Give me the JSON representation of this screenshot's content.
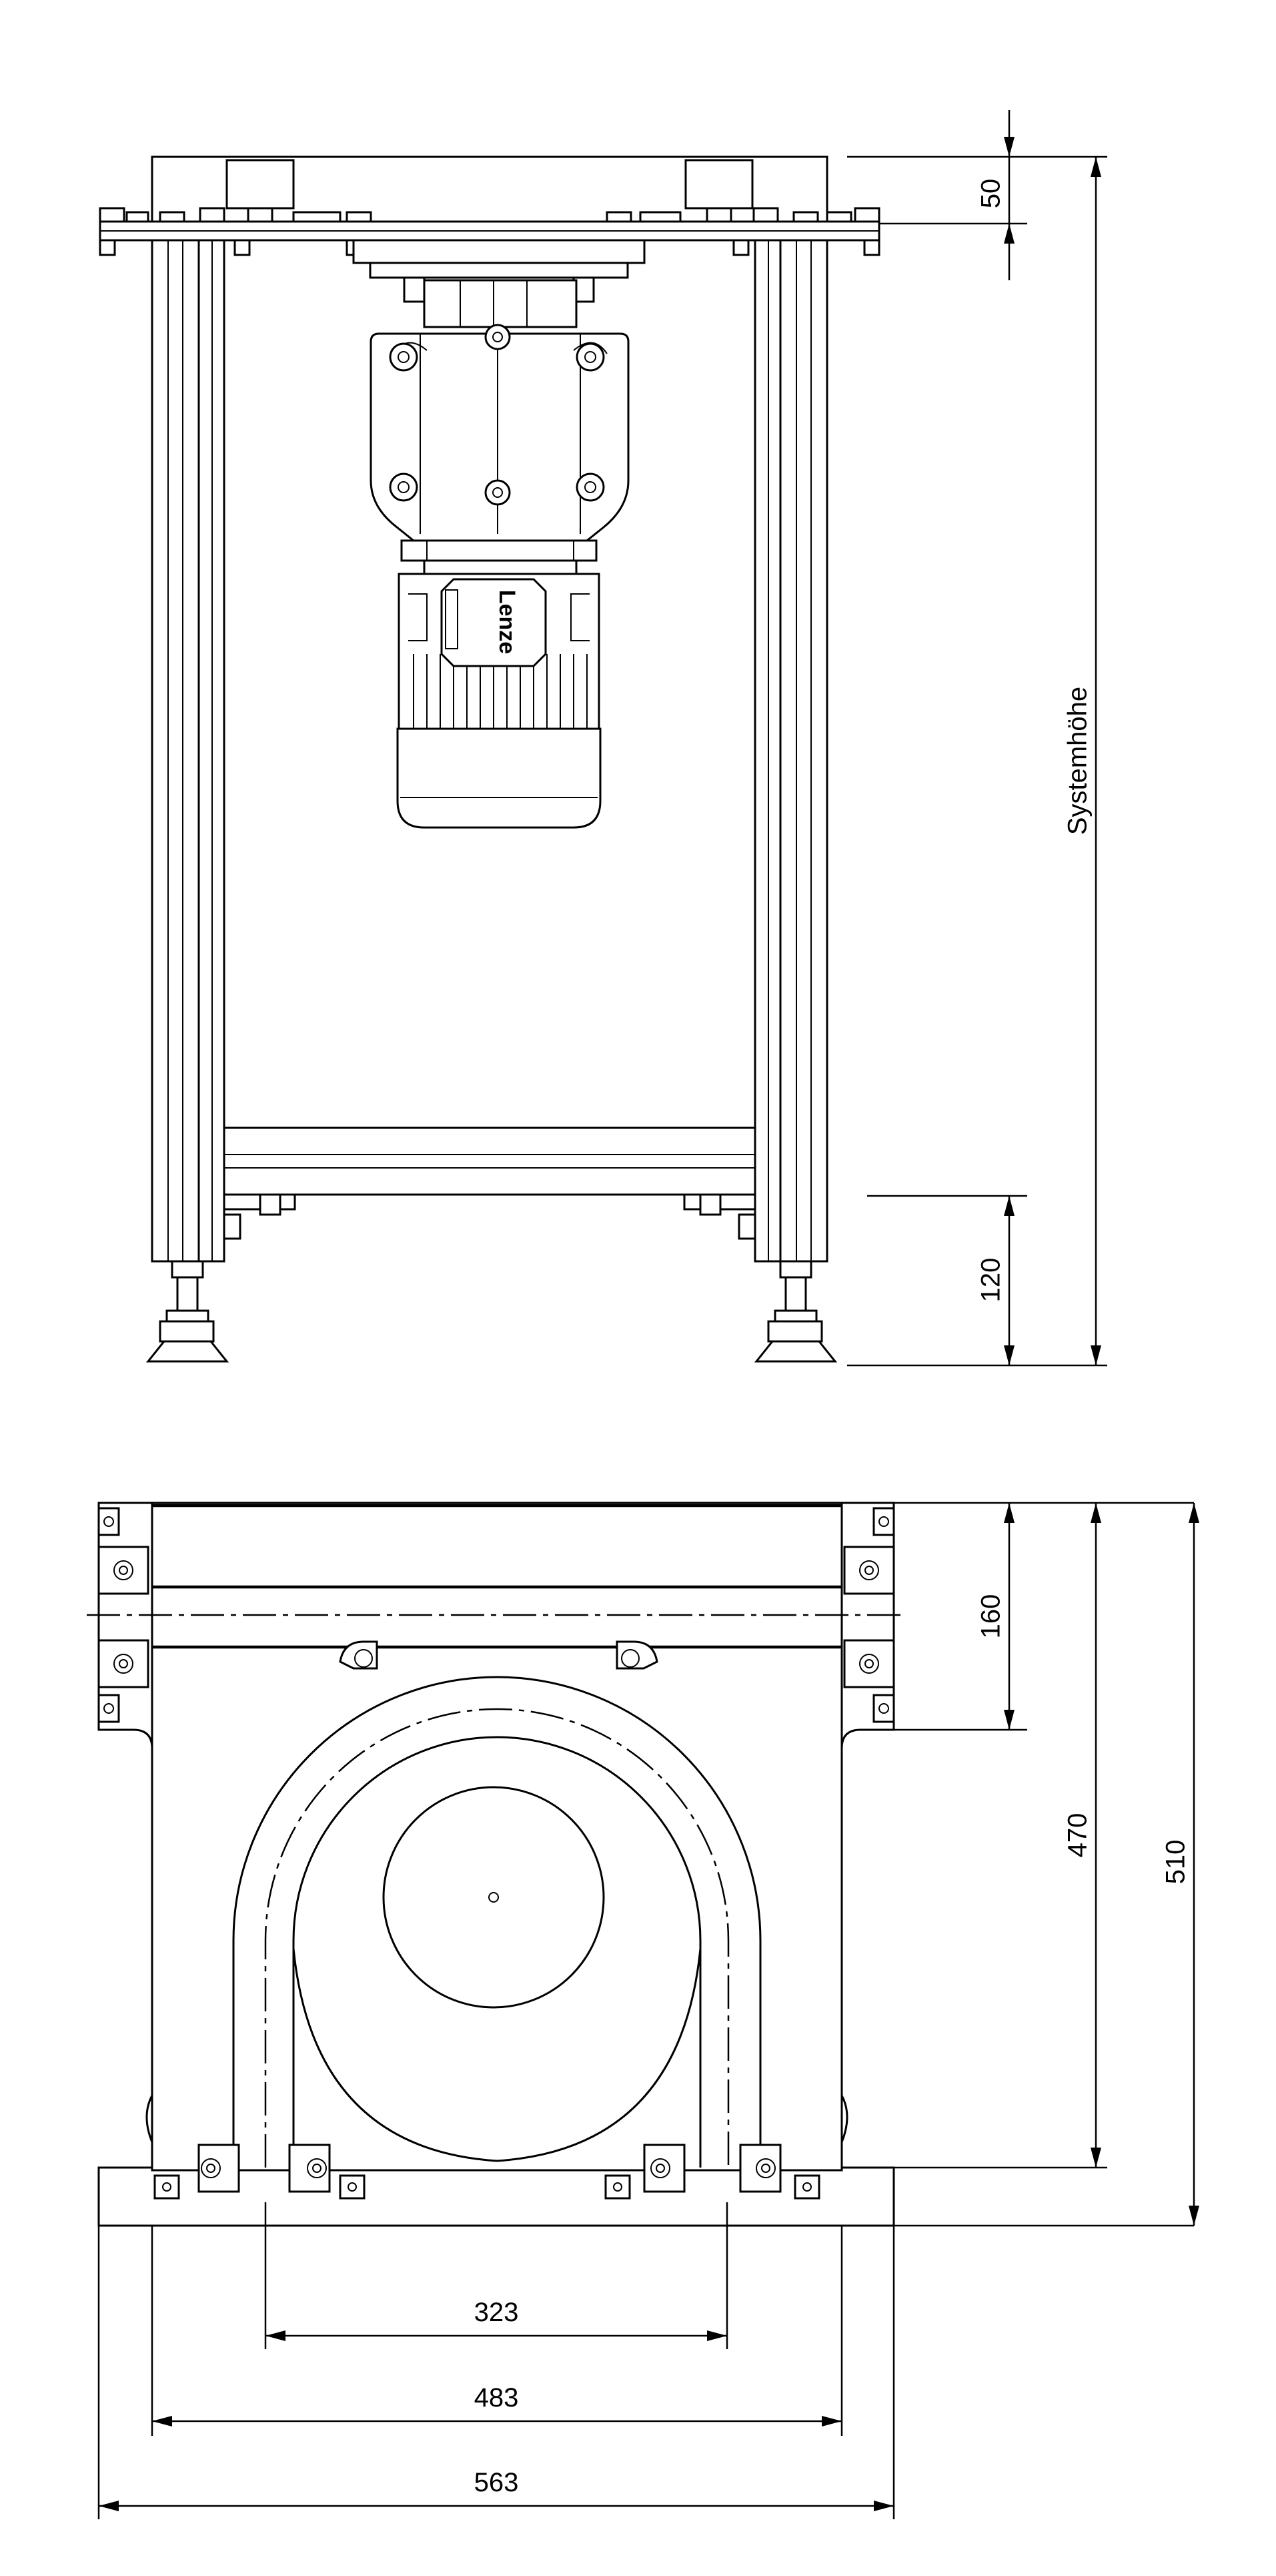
{
  "drawing": {
    "label_system_height": "Systemhöhe",
    "motor_brand": "Lenze",
    "dims_side": {
      "top_plate": "50",
      "foot_height": "120"
    },
    "dims_top": {
      "height_160": "160",
      "height_470": "470",
      "height_510": "510",
      "width_323": "323",
      "width_483": "483",
      "width_563": "563"
    }
  }
}
